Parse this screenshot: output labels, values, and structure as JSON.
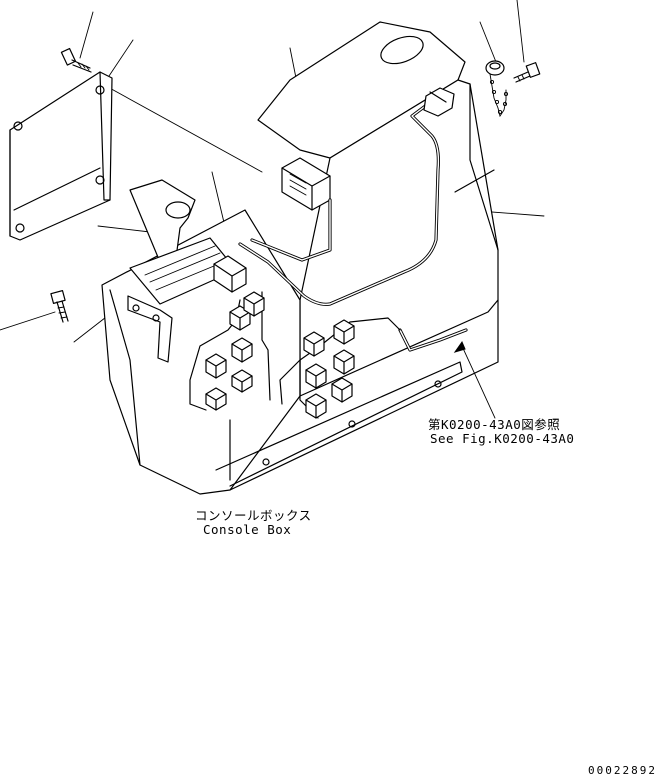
{
  "figure": {
    "reference_note_jp": "第K0200-43A0図参照",
    "reference_note_en": "See Fig.K0200-43A0",
    "part_label_jp": "コンソールボックス",
    "part_label_en": "Console Box",
    "document_number": "00022892"
  }
}
